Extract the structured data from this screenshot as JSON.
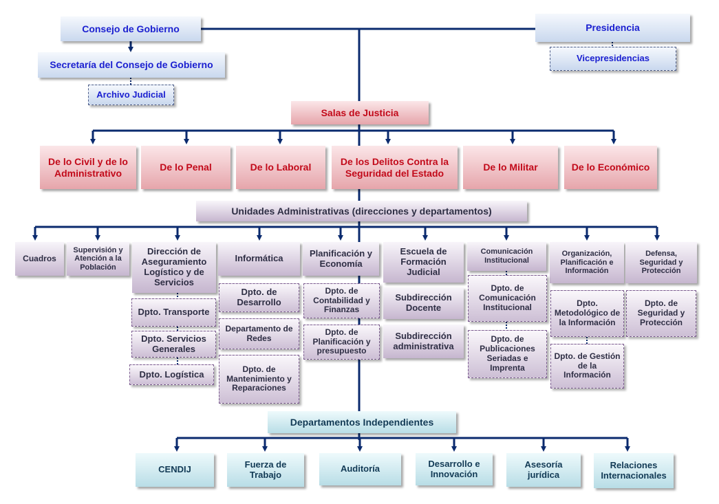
{
  "top": {
    "consejo": "Consejo de Gobierno",
    "presidencia": "Presidencia",
    "secretaria": "Secretaría del Consejo de Gobierno",
    "vicepresidencias": "Vicepresidencias",
    "archivo": "Archivo Judicial",
    "salas": "Salas de Justicia"
  },
  "salas_children": [
    "De lo Civil y de lo Administrativo",
    "De lo Penal",
    "De lo Laboral",
    "De los Delitos Contra la Seguridad del Estado",
    "De lo Militar",
    "De lo Económico"
  ],
  "unidades": {
    "title": "Unidades Administrativas (direcciones y departamentos)",
    "columns": [
      {
        "head": "Cuadros",
        "subs": []
      },
      {
        "head": "Supervisión y Atención a la Población",
        "subs": []
      },
      {
        "head": "Dirección de Aseguramiento Logístico y de Servicios",
        "subs": [
          "Dpto. Transporte",
          "Dpto. Servicios Generales",
          "Dpto. Logística"
        ]
      },
      {
        "head": "Informática",
        "subs": [
          "Dpto. de Desarrollo",
          "Departamento de Redes",
          "Dpto. de Mantenimiento y Reparaciones"
        ]
      },
      {
        "head": "Planificación y Economía",
        "subs": [
          "Dpto. de Contabilidad y Finanzas",
          "Dpto. de Planificación y presupuesto"
        ]
      },
      {
        "head": "Escuela de Formación Judicial",
        "subs": [
          "Subdirección Docente",
          "Subdirección administrativa"
        ]
      },
      {
        "head": "Comunicación Institucional",
        "subs": [
          "Dpto. de Comunicación Institucional",
          "Dpto. de Publicaciones Seriadas e Imprenta"
        ]
      },
      {
        "head": "Organización, Planificación e Información",
        "subs": [
          "Dpto. Metodológico de la Información",
          "Dpto. de Gestión de la Información"
        ]
      },
      {
        "head": "Defensa, Seguridad y Protección",
        "subs": [
          "Dpto. de Seguridad y Protección"
        ]
      }
    ]
  },
  "independientes": {
    "title": "Departamentos Independientes",
    "items": [
      "CENDIJ",
      "Fuerza de Trabajo",
      "Auditoría",
      "Desarrollo e Innovación",
      "Asesoría jurídica",
      "Relaciones Internacionales"
    ]
  },
  "colors": {
    "connector": "#0a2a6e",
    "title_blue": "#1a1fd0",
    "title_red": "#c20a1a"
  }
}
